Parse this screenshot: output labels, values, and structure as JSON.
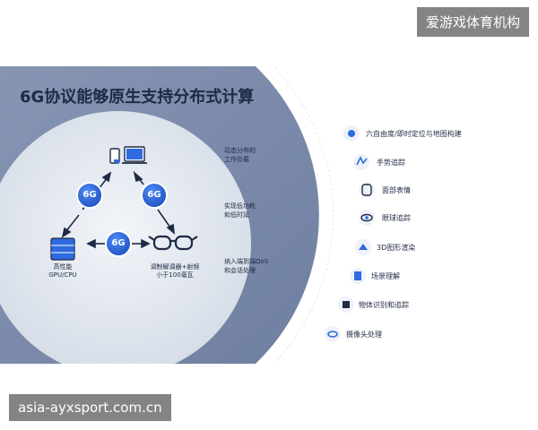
{
  "watermarks": {
    "top": "爱游戏体育机构",
    "bottom": "asia-ayxsport.com.cn"
  },
  "diagram": {
    "title": "6G协议能够原生支持分布式计算",
    "node_badge": "6G",
    "left_node_label_line1": "高性能",
    "left_node_label_line2": "GPU/CPU",
    "right_node_label_line1": "调制解调器+射频",
    "right_node_label_line2": "小于100毫瓦",
    "captions": [
      {
        "line1": "动态分布的",
        "line2": "工作负载"
      },
      {
        "line1": "实现低功耗",
        "line2": "和低时延"
      },
      {
        "line1": "纳入端到端QoS",
        "line2": "和会话处理"
      }
    ],
    "features": [
      {
        "label": "六自由度/即时定位与地图构建",
        "icon": "crosshair-icon"
      },
      {
        "label": "手势追踪",
        "icon": "hand-icon"
      },
      {
        "label": "面部表情",
        "icon": "face-icon"
      },
      {
        "label": "眼球追踪",
        "icon": "eye-icon"
      },
      {
        "label": "3D图形渲染",
        "icon": "cube-icon"
      },
      {
        "label": "场景理解",
        "icon": "scene-icon"
      },
      {
        "label": "物体识别和追踪",
        "icon": "object-icon"
      },
      {
        "label": "摄像头处理",
        "icon": "camera-icon"
      }
    ],
    "colors": {
      "panel": "#7f8fae",
      "circle": "#dde3ec",
      "accent": "#2f6ae0",
      "text": "#1f2a44"
    }
  }
}
